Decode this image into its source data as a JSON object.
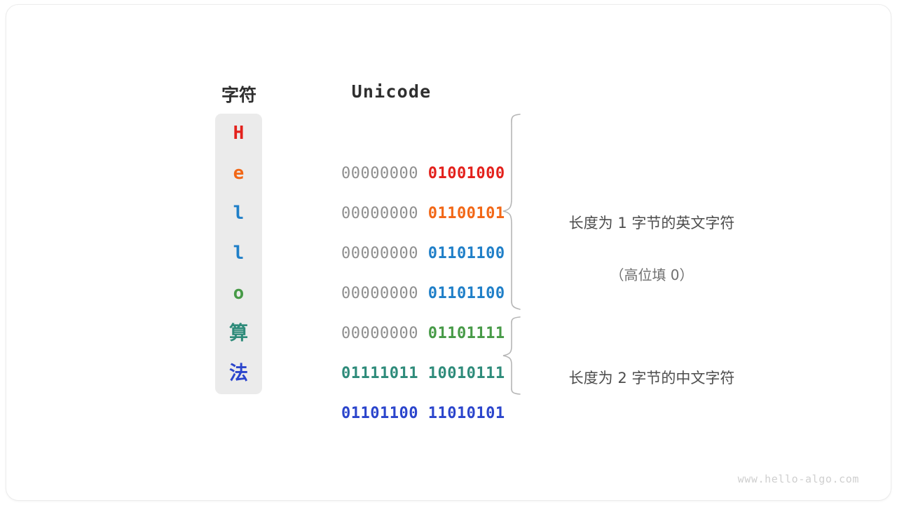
{
  "figure": {
    "headers": {
      "char": "字符",
      "unicode": "Unicode"
    },
    "watermark": "www.hello-algo.com",
    "rows": [
      {
        "char": "H",
        "color": "#e3211c",
        "high_byte": "00000000 ",
        "low_byte": "01001000",
        "high_gray": true
      },
      {
        "char": "e",
        "color": "#f26716",
        "high_byte": "00000000 ",
        "low_byte": "01100101",
        "high_gray": true
      },
      {
        "char": "l",
        "color": "#1f7fc8",
        "high_byte": "00000000 ",
        "low_byte": "01101100",
        "high_gray": true
      },
      {
        "char": "l",
        "color": "#1f7fc8",
        "high_byte": "00000000 ",
        "low_byte": "01101100",
        "high_gray": true
      },
      {
        "char": "o",
        "color": "#479a47",
        "high_byte": "00000000 ",
        "low_byte": "01101111",
        "high_gray": true
      },
      {
        "char": "算",
        "color": "#2e8b7a",
        "high_byte": "01111011 ",
        "low_byte": "10010111",
        "high_gray": false
      },
      {
        "char": "法",
        "color": "#2b45cc",
        "high_byte": "01101100 ",
        "low_byte": "11010101",
        "high_gray": false
      }
    ],
    "annotations": [
      {
        "main": "长度为 1 字节的英文字符",
        "sub": "（高位填 0）"
      },
      {
        "main": "长度为 2 字节的中文字符",
        "sub": ""
      }
    ],
    "colors": {
      "column_bg": "#ebebeb",
      "high_byte_gray": "#8e8e8e",
      "brace": "#b5b5b5",
      "header_text": "#2f2f2f",
      "annotation_text": "#4d4d4d",
      "watermark_text": "#cfcfcf",
      "card_bg": "#ffffff"
    }
  }
}
